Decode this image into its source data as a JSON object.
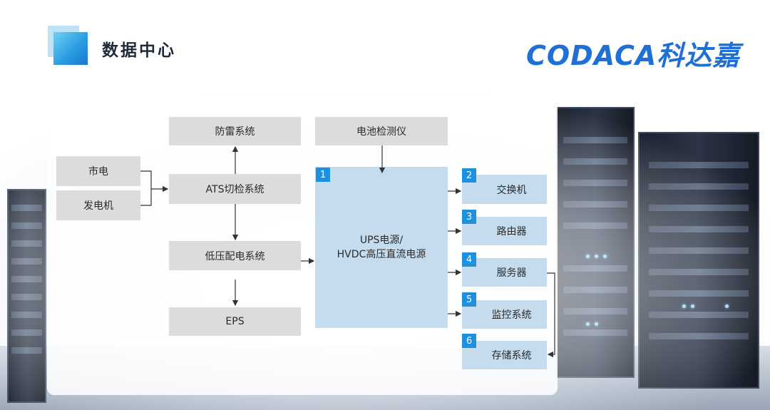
{
  "header": {
    "title": "数据中心",
    "logo": "CODACA科达嘉"
  },
  "diagram": {
    "mains": "市电",
    "generator": "发电机",
    "lightning": "防雷系统",
    "ats": "ATS切检系统",
    "lv_distribution": "低压配电系统",
    "eps": "EPS",
    "battery_monitor": "电池检测仪",
    "ups": {
      "number": "1",
      "line1": "UPS电源/",
      "line2": "HVDC高压直流电源"
    },
    "loads": [
      {
        "number": "2",
        "label": "交换机"
      },
      {
        "number": "3",
        "label": "路由器"
      },
      {
        "number": "4",
        "label": "服务器"
      },
      {
        "number": "5",
        "label": "监控系统"
      },
      {
        "number": "6",
        "label": "存储系统"
      }
    ]
  },
  "colors": {
    "accent": "#1e90e0",
    "grey_box": "#dcdcdc",
    "blue_box": "#c5dcef",
    "logo": "#1f6fd6"
  }
}
